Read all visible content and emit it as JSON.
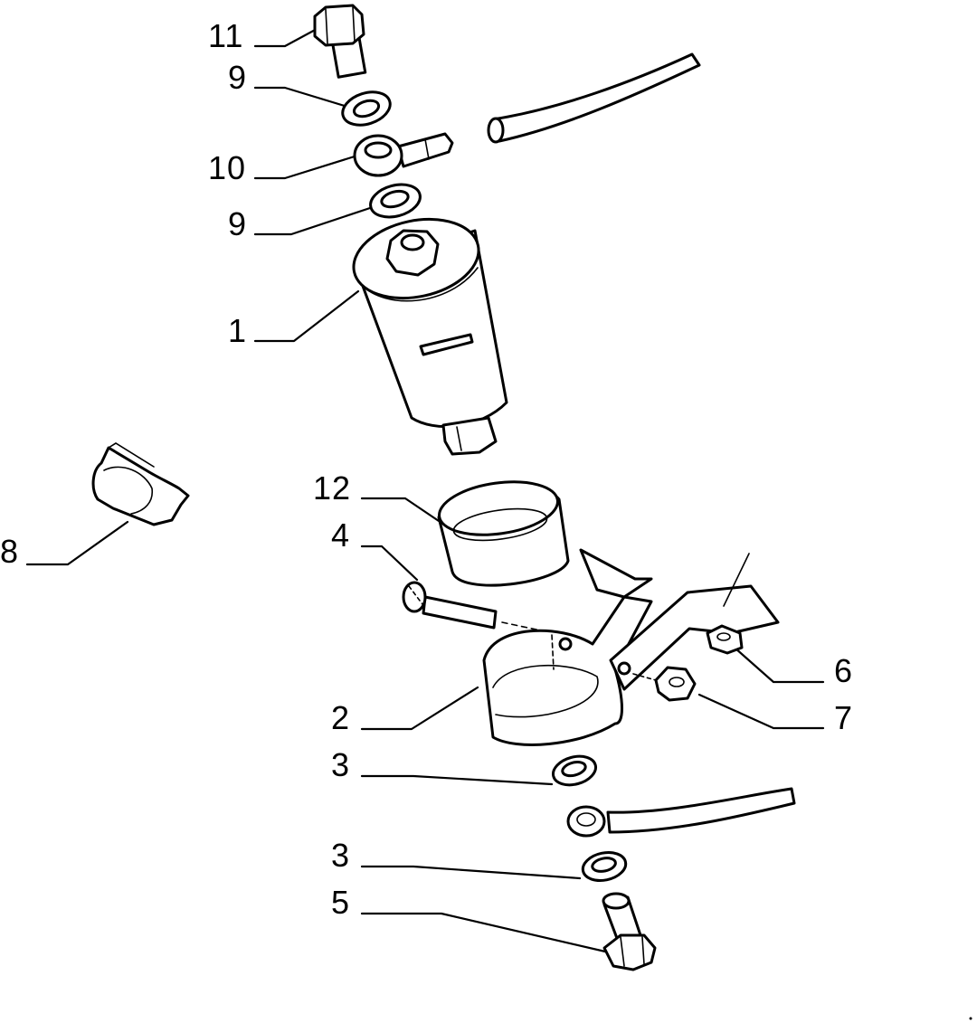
{
  "callouts": {
    "c11": "11",
    "c9a": "9",
    "c10": "10",
    "c9b": "9",
    "c1": "1",
    "c12": "12",
    "c8": "8",
    "c4": "4",
    "c6": "6",
    "c2": "2",
    "c7": "7",
    "c3a": "3",
    "c3b": "3",
    "c5": "5"
  },
  "style": {
    "line_color": "#000000",
    "background": "#ffffff"
  }
}
